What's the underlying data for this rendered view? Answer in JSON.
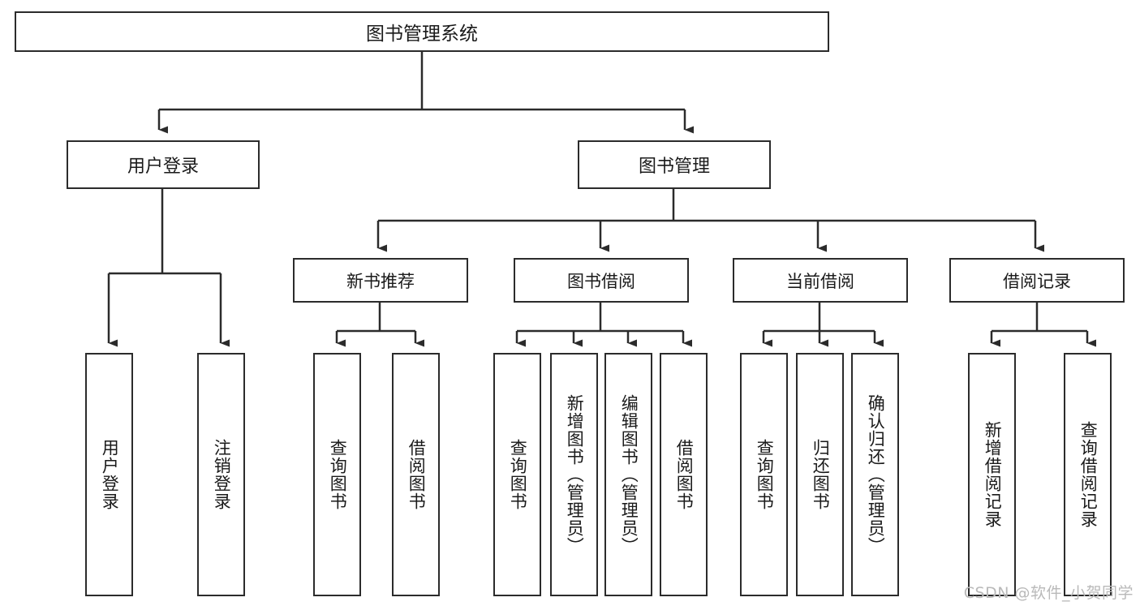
{
  "diagram": {
    "type": "tree-hierarchy",
    "title": "图书管理系统",
    "watermark": "CSDN @软件_小贺同学",
    "colors": {
      "stroke": "#2b2b2b",
      "fill": "#ffffff",
      "text": "#1a1a1a",
      "watermark": "#b9b9b9"
    },
    "nodes": {
      "root": {
        "label": "图书管理系统",
        "level": 0
      },
      "level2": [
        {
          "id": "user-login",
          "label": "用户登录"
        },
        {
          "id": "book-manage",
          "label": "图书管理"
        }
      ],
      "level3": [
        {
          "id": "new-book-recommend",
          "label": "新书推荐",
          "parent": "book-manage"
        },
        {
          "id": "book-borrow",
          "label": "图书借阅",
          "parent": "book-manage"
        },
        {
          "id": "current-borrow",
          "label": "当前借阅",
          "parent": "book-manage"
        },
        {
          "id": "borrow-record",
          "label": "借阅记录",
          "parent": "book-manage"
        }
      ],
      "leaves": [
        {
          "id": "leaf-user-login",
          "label": "用户登录",
          "parent": "user-login"
        },
        {
          "id": "leaf-logout-login",
          "label": "注销登录",
          "parent": "user-login"
        },
        {
          "id": "leaf-query-book-1",
          "label": "查询图书",
          "parent": "new-book-recommend"
        },
        {
          "id": "leaf-borrow-book-1",
          "label": "借阅图书",
          "parent": "new-book-recommend"
        },
        {
          "id": "leaf-query-book-2",
          "label": "查询图书",
          "parent": "book-borrow"
        },
        {
          "id": "leaf-add-book",
          "label": "新增图书（管理员）",
          "parent": "book-borrow"
        },
        {
          "id": "leaf-edit-book",
          "label": "编辑图书（管理员）",
          "parent": "book-borrow"
        },
        {
          "id": "leaf-borrow-book-2",
          "label": "借阅图书",
          "parent": "book-borrow"
        },
        {
          "id": "leaf-query-book-3",
          "label": "查询图书",
          "parent": "current-borrow"
        },
        {
          "id": "leaf-return-book",
          "label": "归还图书",
          "parent": "current-borrow"
        },
        {
          "id": "leaf-confirm-return",
          "label": "确认归还（管理员）",
          "parent": "current-borrow"
        },
        {
          "id": "leaf-add-record",
          "label": "新增借阅记录",
          "parent": "borrow-record"
        },
        {
          "id": "leaf-query-record",
          "label": "查询借阅记录",
          "parent": "borrow-record"
        }
      ]
    }
  }
}
